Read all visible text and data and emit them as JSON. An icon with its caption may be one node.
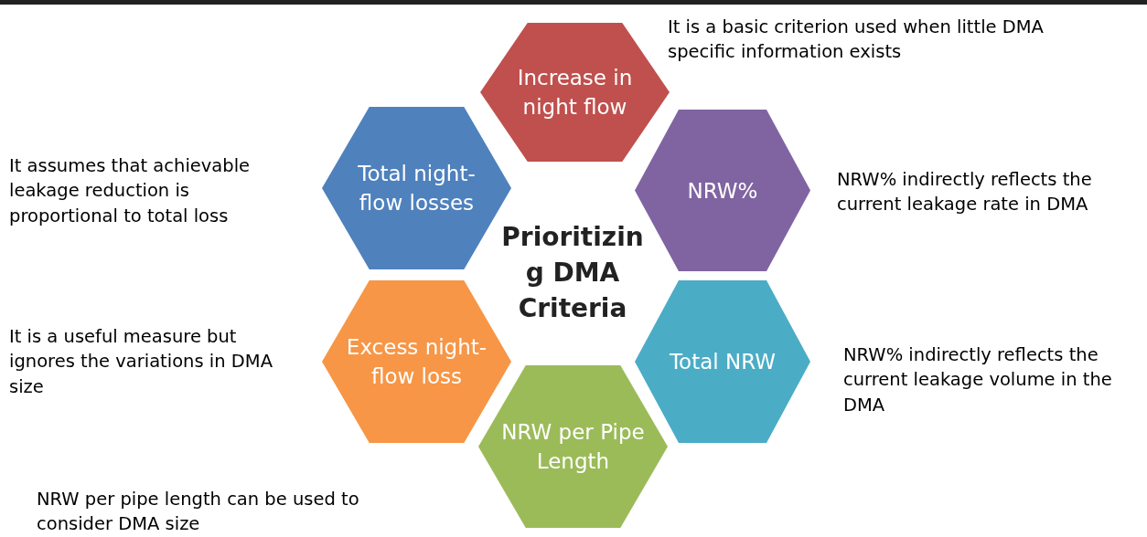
{
  "diagram": {
    "nodes": [
      {
        "text": [
          "Increase in night flow"
        ],
        "beside": [
          "It is a basic criterion used when little DMA specific information exists"
        ]
      },
      {
        "text": [
          "Total night-flow losses"
        ]
      },
      {
        "text": [
          "NRW%"
        ],
        "beside": [
          "NRW% indirectly reflects the current leakage rate in DMA"
        ]
      },
      {
        "text": [
          "Excess night-flow loss"
        ],
        "beside": [
          "It is a useful measure but ignores the variations in DMA size"
        ]
      },
      {
        "text": [
          "Total NRW"
        ],
        "beside": [
          "NRW% indirectly reflects the current leakage volume in the DMA"
        ]
      },
      {
        "text": [
          "NRW per Pipe Length"
        ]
      }
    ],
    "edges": [],
    "labels": [
      "It assumes that achievable leakage reduction is proportional to total loss",
      "Prioritizing DMA Criteria",
      "NRW per pipe length can be used to consider DMA size"
    ]
  }
}
